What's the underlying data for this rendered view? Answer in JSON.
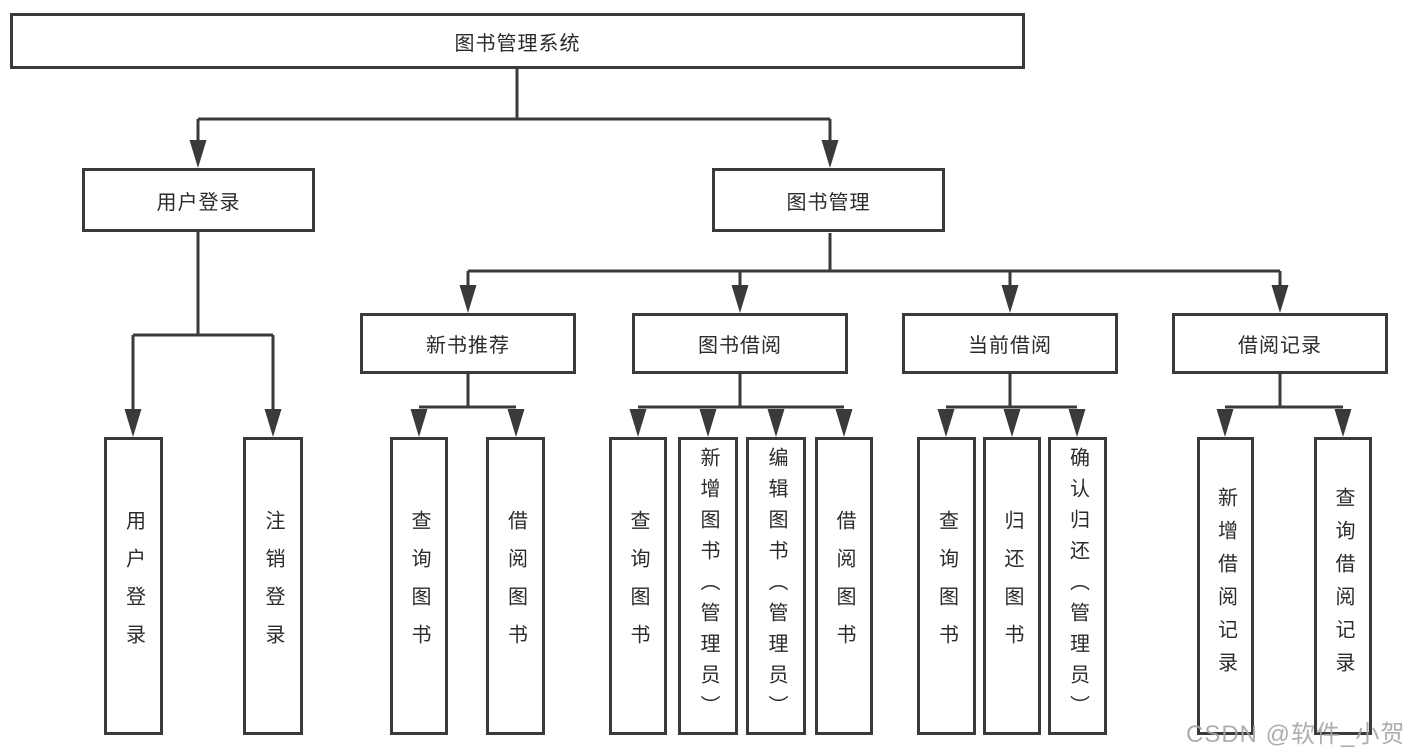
{
  "tree": {
    "root": "图书管理系统",
    "branches": [
      {
        "label": "用户登录",
        "children": [
          {
            "label": "用户登录"
          },
          {
            "label": "注销登录"
          }
        ]
      },
      {
        "label": "图书管理",
        "children": [
          {
            "label": "新书推荐",
            "children": [
              {
                "label": "查询图书"
              },
              {
                "label": "借阅图书"
              }
            ]
          },
          {
            "label": "图书借阅",
            "children": [
              {
                "label": "查询图书"
              },
              {
                "label": "新增图书（管理员）"
              },
              {
                "label": "编辑图书（管理员）"
              },
              {
                "label": "借阅图书"
              }
            ]
          },
          {
            "label": "当前借阅",
            "children": [
              {
                "label": "查询图书"
              },
              {
                "label": "归还图书"
              },
              {
                "label": "确认归还（管理员）"
              }
            ]
          },
          {
            "label": "借阅记录",
            "children": [
              {
                "label": "新增借阅记录"
              },
              {
                "label": "查询借阅记录"
              }
            ]
          }
        ]
      }
    ]
  },
  "watermark": {
    "text": "CSDN @软件_小贺同学"
  },
  "colors": {
    "line": "#3a3a3a",
    "text": "#2b2b2b",
    "background": "#ffffff",
    "watermark": "#a5a5a5"
  }
}
